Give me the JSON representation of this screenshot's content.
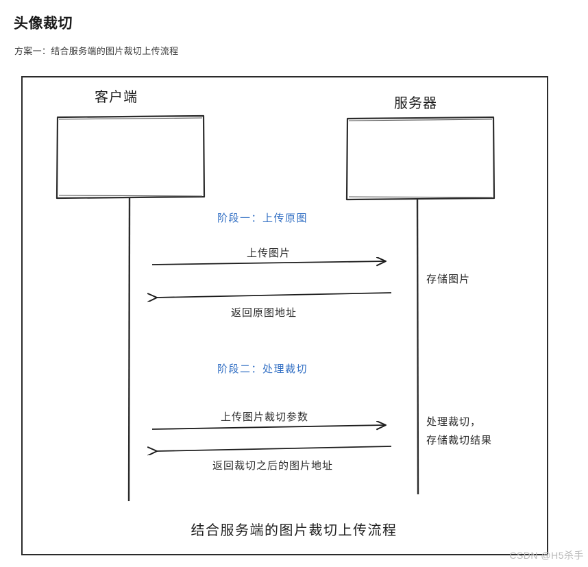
{
  "page": {
    "title": "头像裁切",
    "subtitle": "方案一：结合服务端的图片裁切上传流程",
    "watermark": "CSDN @H5杀手"
  },
  "diagram": {
    "caption": "结合服务端的图片裁切上传流程",
    "accent_color": "#3370c4",
    "line_color": "#2b2b2b",
    "participants": [
      {
        "id": "client",
        "label": "客户端"
      },
      {
        "id": "server",
        "label": "服务器"
      }
    ],
    "stages": [
      {
        "id": "stage-1",
        "label": "阶段一：上传原图",
        "messages": [
          {
            "id": "upload-image",
            "label": "上传图片",
            "direction": "client-to-server"
          },
          {
            "id": "return-origin-url",
            "label": "返回原图地址",
            "direction": "server-to-client"
          }
        ],
        "server_note": "存储图片"
      },
      {
        "id": "stage-2",
        "label": "阶段二：处理裁切",
        "messages": [
          {
            "id": "upload-crop-params",
            "label": "上传图片裁切参数",
            "direction": "client-to-server"
          },
          {
            "id": "return-crop-url",
            "label": "返回裁切之后的图片地址",
            "direction": "server-to-client"
          }
        ],
        "server_note_line_1": "处理裁切，",
        "server_note_line_2": "存储裁切结果"
      }
    ]
  }
}
